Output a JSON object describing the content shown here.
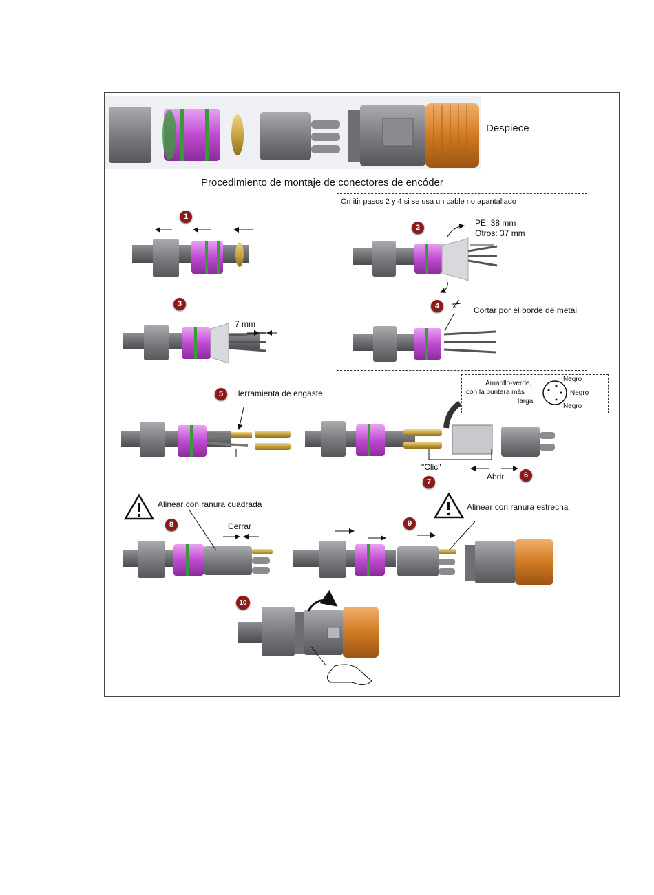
{
  "header": {
    "rule_color": "#333333"
  },
  "figure": {
    "exploded_label": "Despiece",
    "title": "Procedimiento de montaje de conectores de encóder",
    "dashed_note": "Omitir pasos 2 y 4 si se usa un cable no apantallado",
    "pe_length": "PE: 38 mm",
    "others_length": "Otros: 37 mm",
    "strip_length": "7 mm",
    "cut_label": "Cortar por el borde de metal",
    "crimp_tool_label": "Herramienta de engaste",
    "pinout": {
      "line1": "Amarillo-verde,",
      "line2": "con la puntera más",
      "line3": "larga",
      "pin_top": "Negro",
      "pin_right": "Negro",
      "pin_bottom": "Negro"
    },
    "click_label": "\"Clic\"",
    "open_label": "Abrir",
    "align_square_label": "Alinear con ranura cuadrada",
    "close_label": "Cerrar",
    "align_narrow_label": "Alinear con ranura estrecha",
    "steps": [
      "1",
      "2",
      "3",
      "4",
      "5",
      "6",
      "7",
      "8",
      "9",
      "10"
    ],
    "colors": {
      "magenta": "#c04bd3",
      "green": "#3a9a3a",
      "orange": "#d07a22",
      "gray": "#7b7d80",
      "brass": "#c9a441",
      "step_badge": "#8b1a1a"
    }
  }
}
